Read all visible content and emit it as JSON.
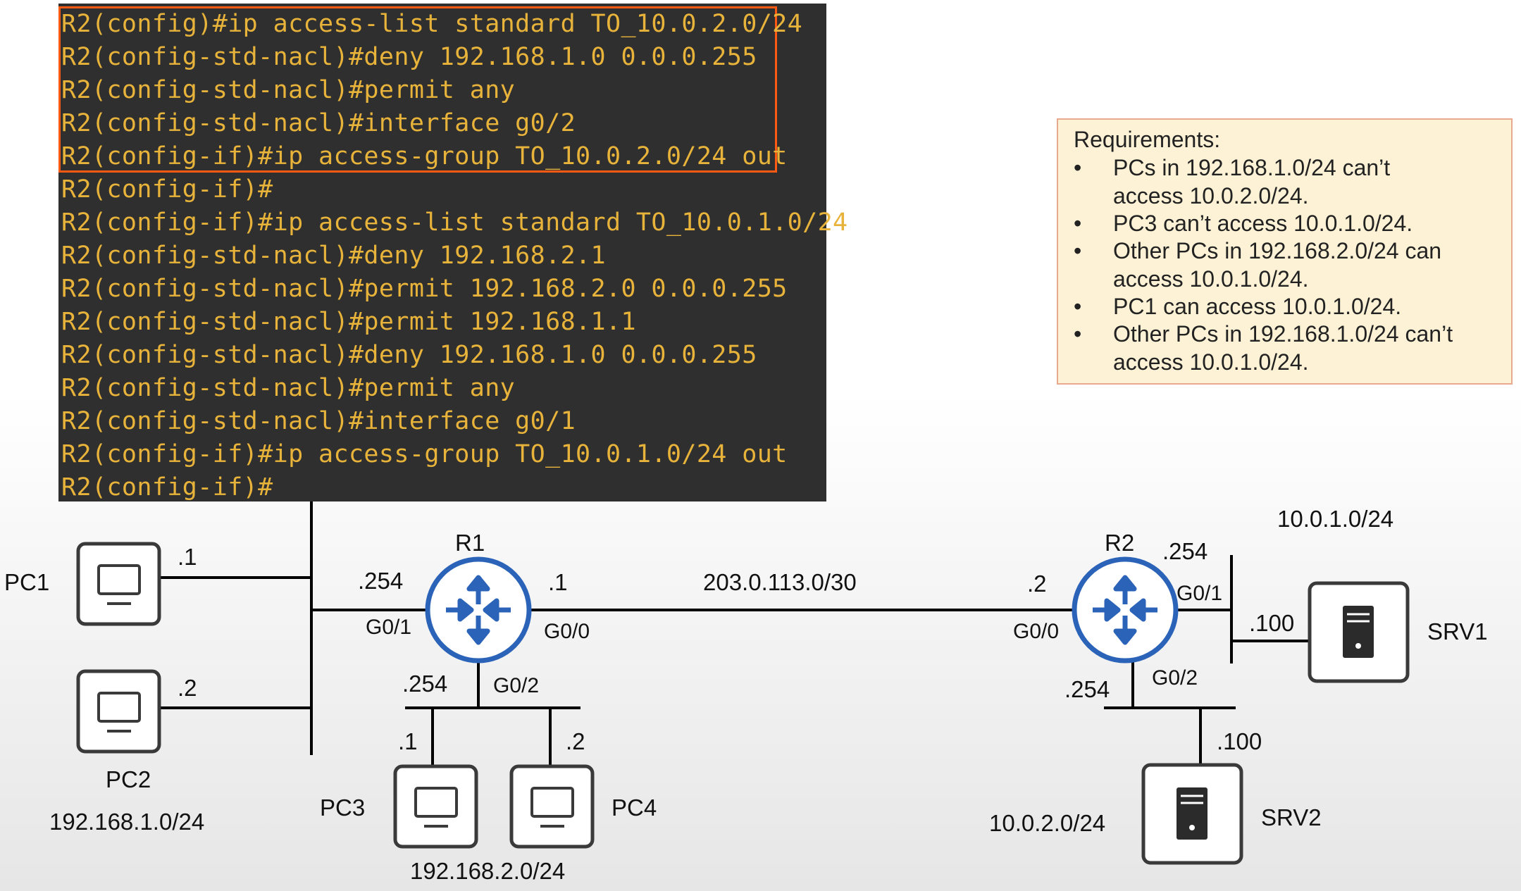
{
  "terminal": {
    "lines": [
      "R2(config)#ip access-list standard TO_10.0.2.0/24",
      "R2(config-std-nacl)#deny 192.168.1.0 0.0.0.255",
      "R2(config-std-nacl)#permit any",
      "R2(config-std-nacl)#interface g0/2",
      "R2(config-if)#ip access-group TO_10.0.2.0/24 out",
      "R2(config-if)#",
      "R2(config-if)#ip access-list standard TO_10.0.1.0/24",
      "R2(config-std-nacl)#deny 192.168.2.1",
      "R2(config-std-nacl)#permit 192.168.2.0 0.0.0.255",
      "R2(config-std-nacl)#permit 192.168.1.1",
      "R2(config-std-nacl)#deny 192.168.1.0 0.0.0.255",
      "R2(config-std-nacl)#permit any",
      "R2(config-std-nacl)#interface g0/1",
      "R2(config-if)#ip access-group TO_10.0.1.0/24 out",
      "R2(config-if)#"
    ]
  },
  "requirements": {
    "title": "Requirements:",
    "bullet": "•",
    "items": [
      [
        "PCs in 192.168.1.0/24 can’t",
        "access 10.0.2.0/24."
      ],
      [
        "PC3 can’t access 10.0.1.0/24."
      ],
      [
        "Other PCs in 192.168.2.0/24 can",
        "access 10.0.1.0/24."
      ],
      [
        "PC1 can access 10.0.1.0/24."
      ],
      [
        "Other PCs in 192.168.1.0/24 can’t",
        "access 10.0.1.0/24."
      ]
    ]
  },
  "devices": {
    "pc1": "PC1",
    "pc2": "PC2",
    "pc3": "PC3",
    "pc4": "PC4",
    "r1": "R1",
    "r2": "R2",
    "srv1": "SRV1",
    "srv2": "SRV2"
  },
  "networks": {
    "lan1": "192.168.1.0/24",
    "lan2": "192.168.2.0/24",
    "wan": "203.0.113.0/30",
    "srv1_net": "10.0.1.0/24",
    "srv2_net": "10.0.2.0/24"
  },
  "addresses": {
    "pc1": ".1",
    "pc2": ".2",
    "r1_g01": ".254",
    "r1_g00": ".1",
    "r1_g02": ".254",
    "pc3": ".1",
    "pc4": ".2",
    "r2_g00": ".2",
    "r2_g01": ".254",
    "r2_g02": ".254",
    "srv1": ".100",
    "srv2": ".100"
  },
  "interfaces": {
    "r1_g01": "G0/1",
    "r1_g00": "G0/0",
    "r1_g02": "G0/2",
    "r2_g00": "G0/0",
    "r2_g01": "G0/1",
    "r2_g02": "G0/2"
  },
  "colors": {
    "terminal_bg": "#2f2f2f",
    "terminal_text": "#e8b33a",
    "highlight": "#ff5a14",
    "router_blue": "#2b63b8",
    "requirements_bg": "#fdf2d5",
    "requirements_border": "#e8a98e"
  }
}
